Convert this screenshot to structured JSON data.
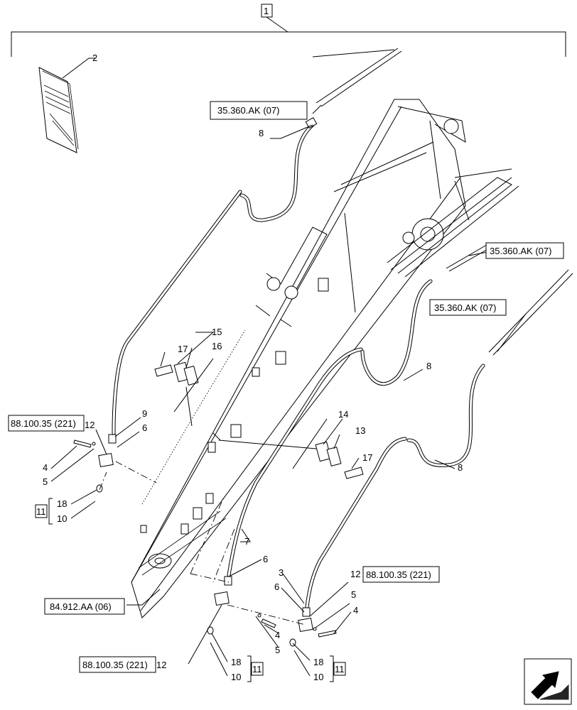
{
  "labels": {
    "group_main": "1",
    "manual": "2",
    "tube_3": "3",
    "bolt_4a": "4",
    "bolt_4b": "4",
    "bolt_4c": "4",
    "washer_5a": "5",
    "washer_5b": "5",
    "washer_5c": "5",
    "fitting_6a": "6",
    "fitting_6b": "6",
    "fitting_6c": "6",
    "tube_7": "7",
    "hose_8a": "8",
    "hose_8b": "8",
    "hose_8c": "8",
    "tube_9": "9",
    "group_11a": "11",
    "group_11b": "11",
    "group_11c": "11",
    "clip_12a": "12",
    "clip_12b": "12",
    "clip_12c": "12",
    "clamp_13": "13",
    "clamp_14": "14",
    "clamp_15": "15",
    "clamp_16": "16",
    "bolt_17a": "17",
    "bolt_17b": "17",
    "kit_18a": "18",
    "kit_18b": "18",
    "kit_18c": "18",
    "kit_10a": "10",
    "kit_10b": "10",
    "kit_10c": "10"
  },
  "refs": {
    "ref_top": "35.360.AK (07)",
    "ref_right_upper": "35.360.AK (07)",
    "ref_right_lower": "35.360.AK (07)",
    "ref_left": "88.100.35 (221)",
    "ref_bottom_right": "88.100.35 (221)",
    "ref_bottom_left": "88.100.35 (221)",
    "ref_boom": "84.912.AA (06)"
  }
}
